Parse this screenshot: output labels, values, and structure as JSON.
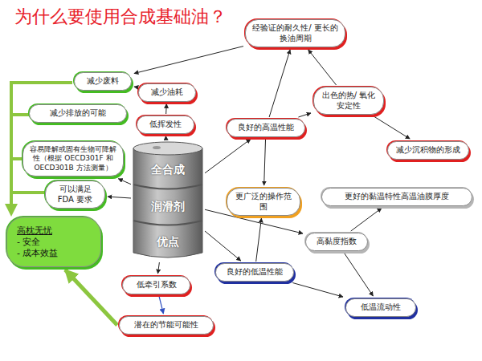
{
  "diagram": {
    "title": "为什么要使用合成基础油？",
    "nodes": [
      {
        "text": [
          "经验证的耐久性/ 更长的换油周期"
        ]
      },
      {
        "text": [
          "减少废料"
        ]
      },
      {
        "text": [
          "减少油耗"
        ]
      },
      {
        "text": [
          "减少排放的可能"
        ]
      },
      {
        "text": [
          "低挥发性"
        ]
      },
      {
        "text": [
          "良好的高温性能"
        ]
      },
      {
        "text": [
          "出色的热/ 氧化安定性"
        ]
      },
      {
        "text": [
          "减少沉积物的形成"
        ]
      },
      {
        "text": [
          "容易降解或固有生物可降解性（根据 OECD301F 和 OECD301B 方法测量）"
        ]
      },
      {
        "text": [
          "全合成",
          "润滑剂",
          "优点"
        ]
      },
      {
        "text": [
          "可以满足 FDA 要求"
        ]
      },
      {
        "text": [
          "更广泛的操作范围"
        ]
      },
      {
        "text": [
          "更好的黏温特性高温油膜厚度"
        ]
      },
      {
        "text": [
          "高黏度指数"
        ]
      },
      {
        "text": [
          "高枕无忧",
          "- 安全",
          "- 成本效益"
        ]
      },
      {
        "text": [
          "良好的低温性能"
        ]
      },
      {
        "text": [
          "低牵引系数"
        ]
      },
      {
        "text": [
          "低温流动性"
        ]
      },
      {
        "text": [
          "潜在的节能可能性"
        ]
      }
    ],
    "edges": [
      {
        "from": 9,
        "to": 4,
        "arrow": "to"
      },
      {
        "from": 4,
        "to": 2,
        "arrow": "to"
      },
      {
        "from": 2,
        "to": 1,
        "arrow": "to"
      },
      {
        "from": 9,
        "to": 5,
        "arrow": "to"
      },
      {
        "from": 5,
        "to": 0,
        "arrow": "to"
      },
      {
        "from": 5,
        "to": 6,
        "arrow": "to"
      },
      {
        "from": 6,
        "to": 0,
        "arrow": "to"
      },
      {
        "from": 6,
        "to": 7,
        "arrow": "to"
      },
      {
        "from": 0,
        "to": 1,
        "arrow": "to"
      },
      {
        "from": 5,
        "to": 11,
        "arrow": "to"
      },
      {
        "from": 15,
        "to": 11,
        "arrow": "to"
      },
      {
        "from": 9,
        "to": 15,
        "arrow": "to"
      },
      {
        "from": 9,
        "to": 13,
        "arrow": "to"
      },
      {
        "from": 13,
        "to": 12,
        "arrow": "to"
      },
      {
        "from": 13,
        "to": 17,
        "arrow": "to"
      },
      {
        "from": 15,
        "to": 17,
        "arrow": "to"
      },
      {
        "from": 9,
        "to": 16,
        "arrow": "to"
      },
      {
        "from": 16,
        "to": 18,
        "arrow": "to"
      },
      {
        "from": 18,
        "to": 14,
        "arrow": "to"
      },
      {
        "from": 9,
        "to": 10,
        "arrow": "to"
      },
      {
        "from": 9,
        "to": 8,
        "arrow": "to"
      }
    ]
  }
}
